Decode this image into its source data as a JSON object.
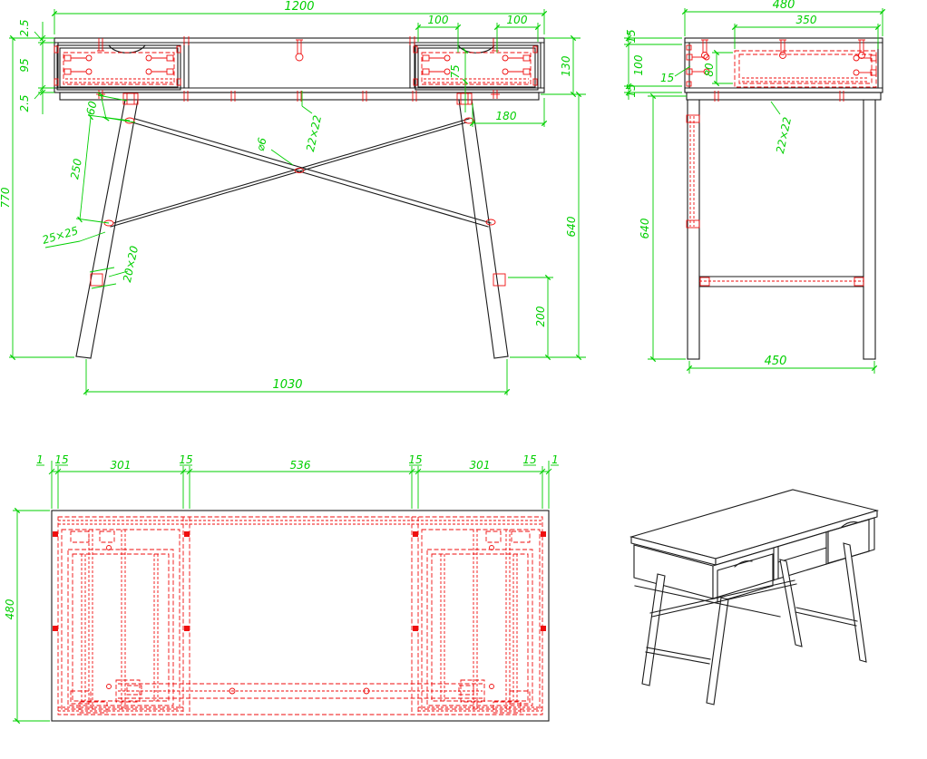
{
  "colors": {
    "dimension": "#00cf00",
    "outline": "#1b1b1b",
    "hardware": "#ef0e0e",
    "background": "#ffffff"
  },
  "labels": {
    "front": {
      "total_width": "1200",
      "top_thickness": "2.5",
      "drawer_front_height": "95",
      "bottom_thickness": "2.5",
      "handle_left_offset": "100",
      "handle_right_offset": "100",
      "top_box_height": "130",
      "drawer_depth_inner": "75",
      "leg_top_inset": "180",
      "brace_upper_offset": "60",
      "brace_spacing": "250",
      "overall_height": "770",
      "leg_section": "25×25",
      "foot_section": "20×20",
      "apron_section": "22×22",
      "brace_diameter": "⌀6",
      "leg_height": "640",
      "foot_brace_height": "200",
      "feet_span": "1030"
    },
    "side": {
      "total_depth": "480",
      "drawer_depth": "350",
      "top_edge": "15",
      "panel_height": "100",
      "bottom_edge": "15",
      "wall_thickness": "15",
      "drawer_height": "80",
      "apron_section": "22×22",
      "leg_height": "640",
      "feet_span": "450"
    },
    "bottom": {
      "edge_left": "1",
      "gap_left": "15",
      "left_drawer_width": "301",
      "partition_left": "15",
      "center_width": "536",
      "partition_right": "15",
      "right_drawer_width": "301",
      "gap_right": "15",
      "edge_right": "1",
      "total_depth": "480"
    }
  }
}
